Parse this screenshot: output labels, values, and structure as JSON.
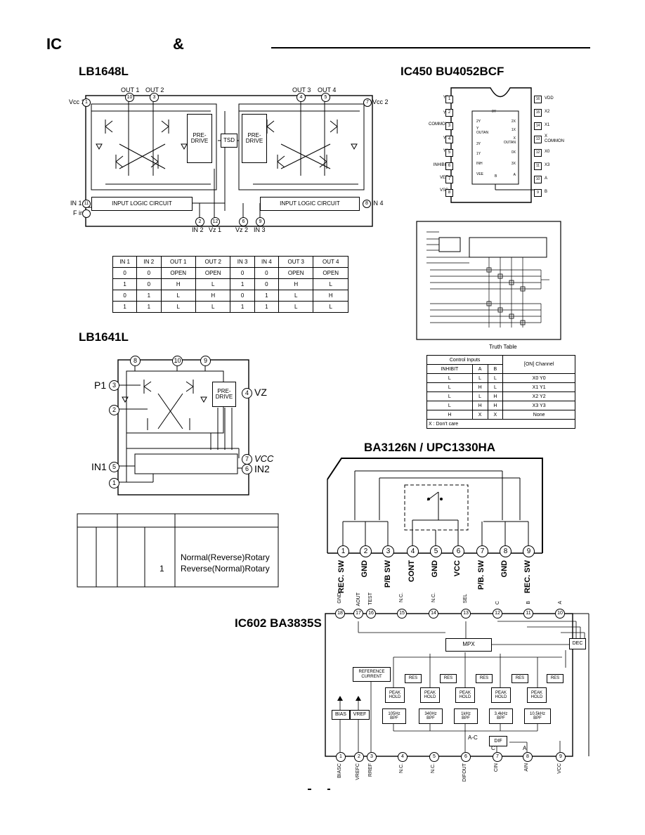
{
  "header": {
    "ic": "IC",
    "amp": "&"
  },
  "lb1648": {
    "title": "LB1648L",
    "pins_top": [
      "OUT 1",
      "OUT 2",
      "OUT 3",
      "OUT 4"
    ],
    "pin_nums_top": [
      "10",
      "3",
      "4",
      "5"
    ],
    "vcc1": "Vcc 1",
    "vcc2": "Vcc 2",
    "pin1": "1",
    "pin7": "7",
    "in1": "IN 1",
    "fin": "F in",
    "pin11": "11",
    "in4": "IN 4",
    "pin8": "8",
    "bottom_pins": [
      "2",
      "12",
      "6",
      "9"
    ],
    "bottom_labels": [
      "IN 2",
      "Vz 1",
      "Vz 2",
      "IN 3"
    ],
    "predrive": "PRE-\nDRIVE",
    "tsd": "TSD",
    "logic": "INPUT LOGIC CIRCUIT",
    "table_header": [
      "IN 1",
      "IN 2",
      "OUT 1",
      "OUT 2",
      "IN 3",
      "IN 4",
      "OUT 3",
      "OUT 4"
    ],
    "table_rows": [
      [
        "0",
        "0",
        "OPEN",
        "OPEN",
        "0",
        "0",
        "OPEN",
        "OPEN"
      ],
      [
        "1",
        "0",
        "H",
        "L",
        "1",
        "0",
        "H",
        "L"
      ],
      [
        "0",
        "1",
        "L",
        "H",
        "0",
        "1",
        "L",
        "H"
      ],
      [
        "1",
        "1",
        "L",
        "L",
        "1",
        "1",
        "L",
        "L"
      ]
    ]
  },
  "lb1641": {
    "title": "LB1641L",
    "top_pins": [
      "8",
      "10",
      "9"
    ],
    "p1": "P1",
    "pin3": "3",
    "pin2": "2",
    "vz": "VZ",
    "pin4": "4",
    "vcc": "VCC",
    "pin7": "7",
    "in1": "IN1",
    "pin5": "5",
    "in2": "IN2",
    "pin6": "6",
    "pin1": "1",
    "predrive": "PRE-\nDRIVE",
    "table_rows": [
      "Normal(Reverse)Rotary",
      "Reverse(Normal)Rotary"
    ],
    "table_one": "1"
  },
  "bu4052": {
    "title": "IC450 BU4052BCF",
    "left_labels": [
      "Y0",
      "Y2",
      "COMMON\nY",
      "Y3",
      "Y1",
      "INHIBIT",
      "VEE",
      "VSS"
    ],
    "left_pins": [
      "1",
      "2",
      "3",
      "4",
      "5",
      "6",
      "7",
      "8"
    ],
    "right_labels": [
      "VDD",
      "X2",
      "X1",
      "X\nCOMMON",
      "X0",
      "X3",
      "A",
      "B"
    ],
    "right_pins": [
      "16",
      "15",
      "14",
      "13",
      "12",
      "11",
      "10",
      "9"
    ],
    "inner_left": [
      "2Y",
      "Y\nOUTAN",
      "3Y",
      "1Y",
      "INH",
      "VEE"
    ],
    "inner_right": [
      "2X",
      "1X",
      "X\nOUTAN",
      "0X",
      "3X",
      "A"
    ],
    "inner_top": "0Y",
    "inner_b": "B",
    "truth_caption": "Truth Table",
    "tt_header1": [
      "Control Inputs",
      "[ON] Channel"
    ],
    "tt_header2": [
      "INHIBIT",
      "A",
      "B"
    ],
    "tt_rows": [
      [
        "L",
        "L",
        "L",
        "X0   Y0"
      ],
      [
        "L",
        "H",
        "L",
        "X1   Y1"
      ],
      [
        "L",
        "L",
        "H",
        "X2   Y2"
      ],
      [
        "L",
        "H",
        "H",
        "X3   Y3"
      ],
      [
        "H",
        "X",
        "X",
        "None"
      ]
    ],
    "tt_note": "X : Don't care"
  },
  "ba3126": {
    "title": "BA3126N / UPC1330HA",
    "pins": [
      "1",
      "2",
      "3",
      "4",
      "5",
      "6",
      "7",
      "8",
      "9"
    ],
    "labels": [
      "REC. SW",
      "GND",
      "P/B SW",
      "CONT",
      "GND",
      "VCC",
      "P/B. SW",
      "GND",
      "REC. SW"
    ]
  },
  "ba3835": {
    "title": "IC602  BA3835S",
    "top_pins": [
      "18",
      "17",
      "16",
      "15",
      "14",
      "13",
      "12",
      "11",
      "10"
    ],
    "top_labels": [
      "GND",
      "AOUT",
      "TEST",
      "N.C.",
      "N.C.",
      "SEL",
      "C",
      "B",
      "A"
    ],
    "bottom_pins": [
      "1",
      "2",
      "3",
      "4",
      "5",
      "6",
      "7",
      "8",
      "9"
    ],
    "bottom_labels": [
      "BIASC",
      "VREFC",
      "RREF",
      "N.C.",
      "N.C.",
      "DIFOUT",
      "CIN",
      "AIN",
      "VCC"
    ],
    "mpx": "MPX",
    "dec": "DEC",
    "ref": "REFERENCE\nCURRENT",
    "res": "RES",
    "peak": "PEAK\nHOLD",
    "bpf": [
      "105Hz\nBPF",
      "340Hz\nBPF",
      "1kHz\nBPF",
      "3.4kHz\nBPF",
      "10.5kHz\nBPF"
    ],
    "bias": "BIAS",
    "vref": "VREF",
    "dif": "DIF",
    "ac": "A-C",
    "c": "C",
    "a": "A"
  }
}
